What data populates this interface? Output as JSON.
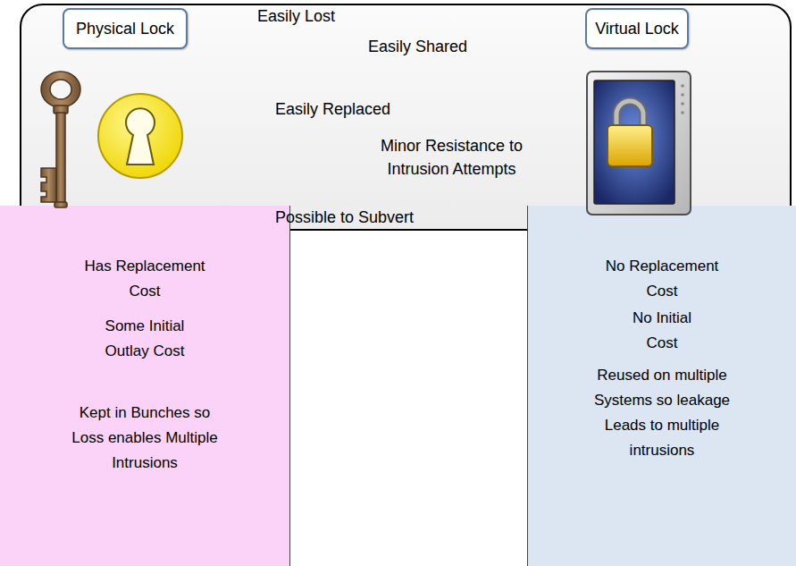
{
  "diagram": {
    "nodes": [
      {
        "text": [
          "Easily Lost",
          "Easily Shared",
          "Easily Replaced",
          "Minor Resistance to Intrusion Attempts",
          "Possible to Subvert"
        ]
      },
      {
        "text": [
          "Physical Lock"
        ],
        "in": 0
      },
      {
        "text": [
          "Virtual Lock"
        ],
        "in": 0
      },
      {
        "text": [
          "Has Replacement Cost",
          "Some Initial Outlay Cost",
          "Kept in Bunches so Loss enables Multiple Intrusions"
        ]
      },
      {
        "text": [
          "No Replacement Cost",
          "No Initial Cost",
          "Reused on multiple Systems so leakage Leads to multiple intrusions"
        ]
      }
    ]
  }
}
